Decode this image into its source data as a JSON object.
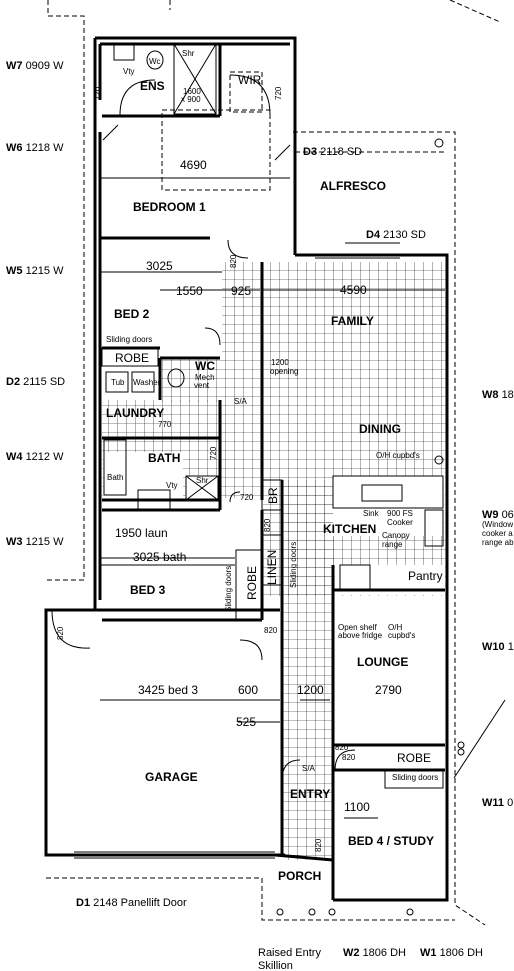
{
  "windows": {
    "w7": {
      "code": "W7",
      "size": "0909 W"
    },
    "w6": {
      "code": "W6",
      "size": "1218 W"
    },
    "w5": {
      "code": "W5",
      "size": "1215 W"
    },
    "d2": {
      "code": "D2",
      "size": "2115 SD"
    },
    "w4": {
      "code": "W4",
      "size": "1212 W"
    },
    "w3": {
      "code": "W3",
      "size": "1215 W"
    },
    "d3": {
      "code": "D3",
      "size": "2118 SD"
    },
    "d4": {
      "code": "D4",
      "size": "2130 SD"
    },
    "w8": {
      "code": "W8",
      "size": "18"
    },
    "w9": {
      "code": "W9",
      "size": "06",
      "note1": "(Window",
      "note2": "cooker a",
      "note3": "range ab"
    },
    "w10": {
      "code": "W10",
      "size": "1"
    },
    "w11": {
      "code": "W11",
      "size": "0"
    },
    "d1": {
      "code": "D1",
      "size": "2148 Panellift Door"
    },
    "w2": {
      "code": "W2",
      "size": "1806 DH"
    },
    "w1": {
      "code": "W1",
      "size": "1806 DH"
    }
  },
  "rooms": {
    "ens": "ENS",
    "wir": "WIR",
    "bedroom1": "BEDROOM 1",
    "alfresco": "ALFRESCO",
    "bed2": "BED 2",
    "family": "FAMILY",
    "robe": "ROBE",
    "wc": "WC",
    "laundry": "LAUNDRY",
    "dining": "DINING",
    "bath": "BATH",
    "kitchen": "KITCHEN",
    "bed3": "BED 3",
    "robe_v": "ROBE",
    "linen": "LINEN",
    "br": "BR",
    "pantry": "Pantry",
    "lounge": "LOUNGE",
    "garage": "GARAGE",
    "entry": "ENTRY",
    "robe4": "ROBE",
    "bed4": "BED 4 / STUDY",
    "porch": "PORCH"
  },
  "dims": {
    "d4690": "4690",
    "d3025": "3025",
    "d1550": "1550",
    "d925": "925",
    "d4590": "4590",
    "d1950": "1950 laun",
    "d3025b": "3025 bath",
    "d3425": "3425 bed 3",
    "d600": "600",
    "d1200": "1200",
    "d2790": "2790",
    "d525": "525",
    "d1100": "1100"
  },
  "notes": {
    "vty": "Vty",
    "wc_small": "Wc",
    "shr": "Shr",
    "shower": "1600",
    "shower2": "x 900",
    "d720a": "720",
    "d720b": "720",
    "d820a": "820",
    "sliding_doors": "Sliding doors",
    "opening1": "1200",
    "opening2": "opening",
    "mech1": "Mech",
    "mech2": "vent",
    "sa": "S/A",
    "tub": "Tub",
    "washer": "Washer",
    "d770": "770",
    "d720c": "720",
    "d820b": "820",
    "bath_small": "Bath",
    "vty2": "Vty",
    "shr2": "Shr",
    "d720d": "720",
    "d820c": "820",
    "sliding_doors2": "Sliding doors",
    "sliding_doors3": "Sliding doors",
    "sink": "Sink",
    "cooker1": "900 FS",
    "cooker2": "Cooker",
    "canopy1": "Canopy",
    "canopy2": "range",
    "ohc": "O/H cupbd's",
    "shelf1": "Open shelf",
    "shelf2": "above fridge",
    "ohc2a": "O/H",
    "ohc2b": "cupbd's",
    "d820d": "820",
    "d820e": "820",
    "d820f": "820",
    "sa2": "S/A",
    "sliding_doors4": "Sliding doors",
    "d820g": "820",
    "raised1": "Raised Entry",
    "raised2": "Skillion"
  }
}
